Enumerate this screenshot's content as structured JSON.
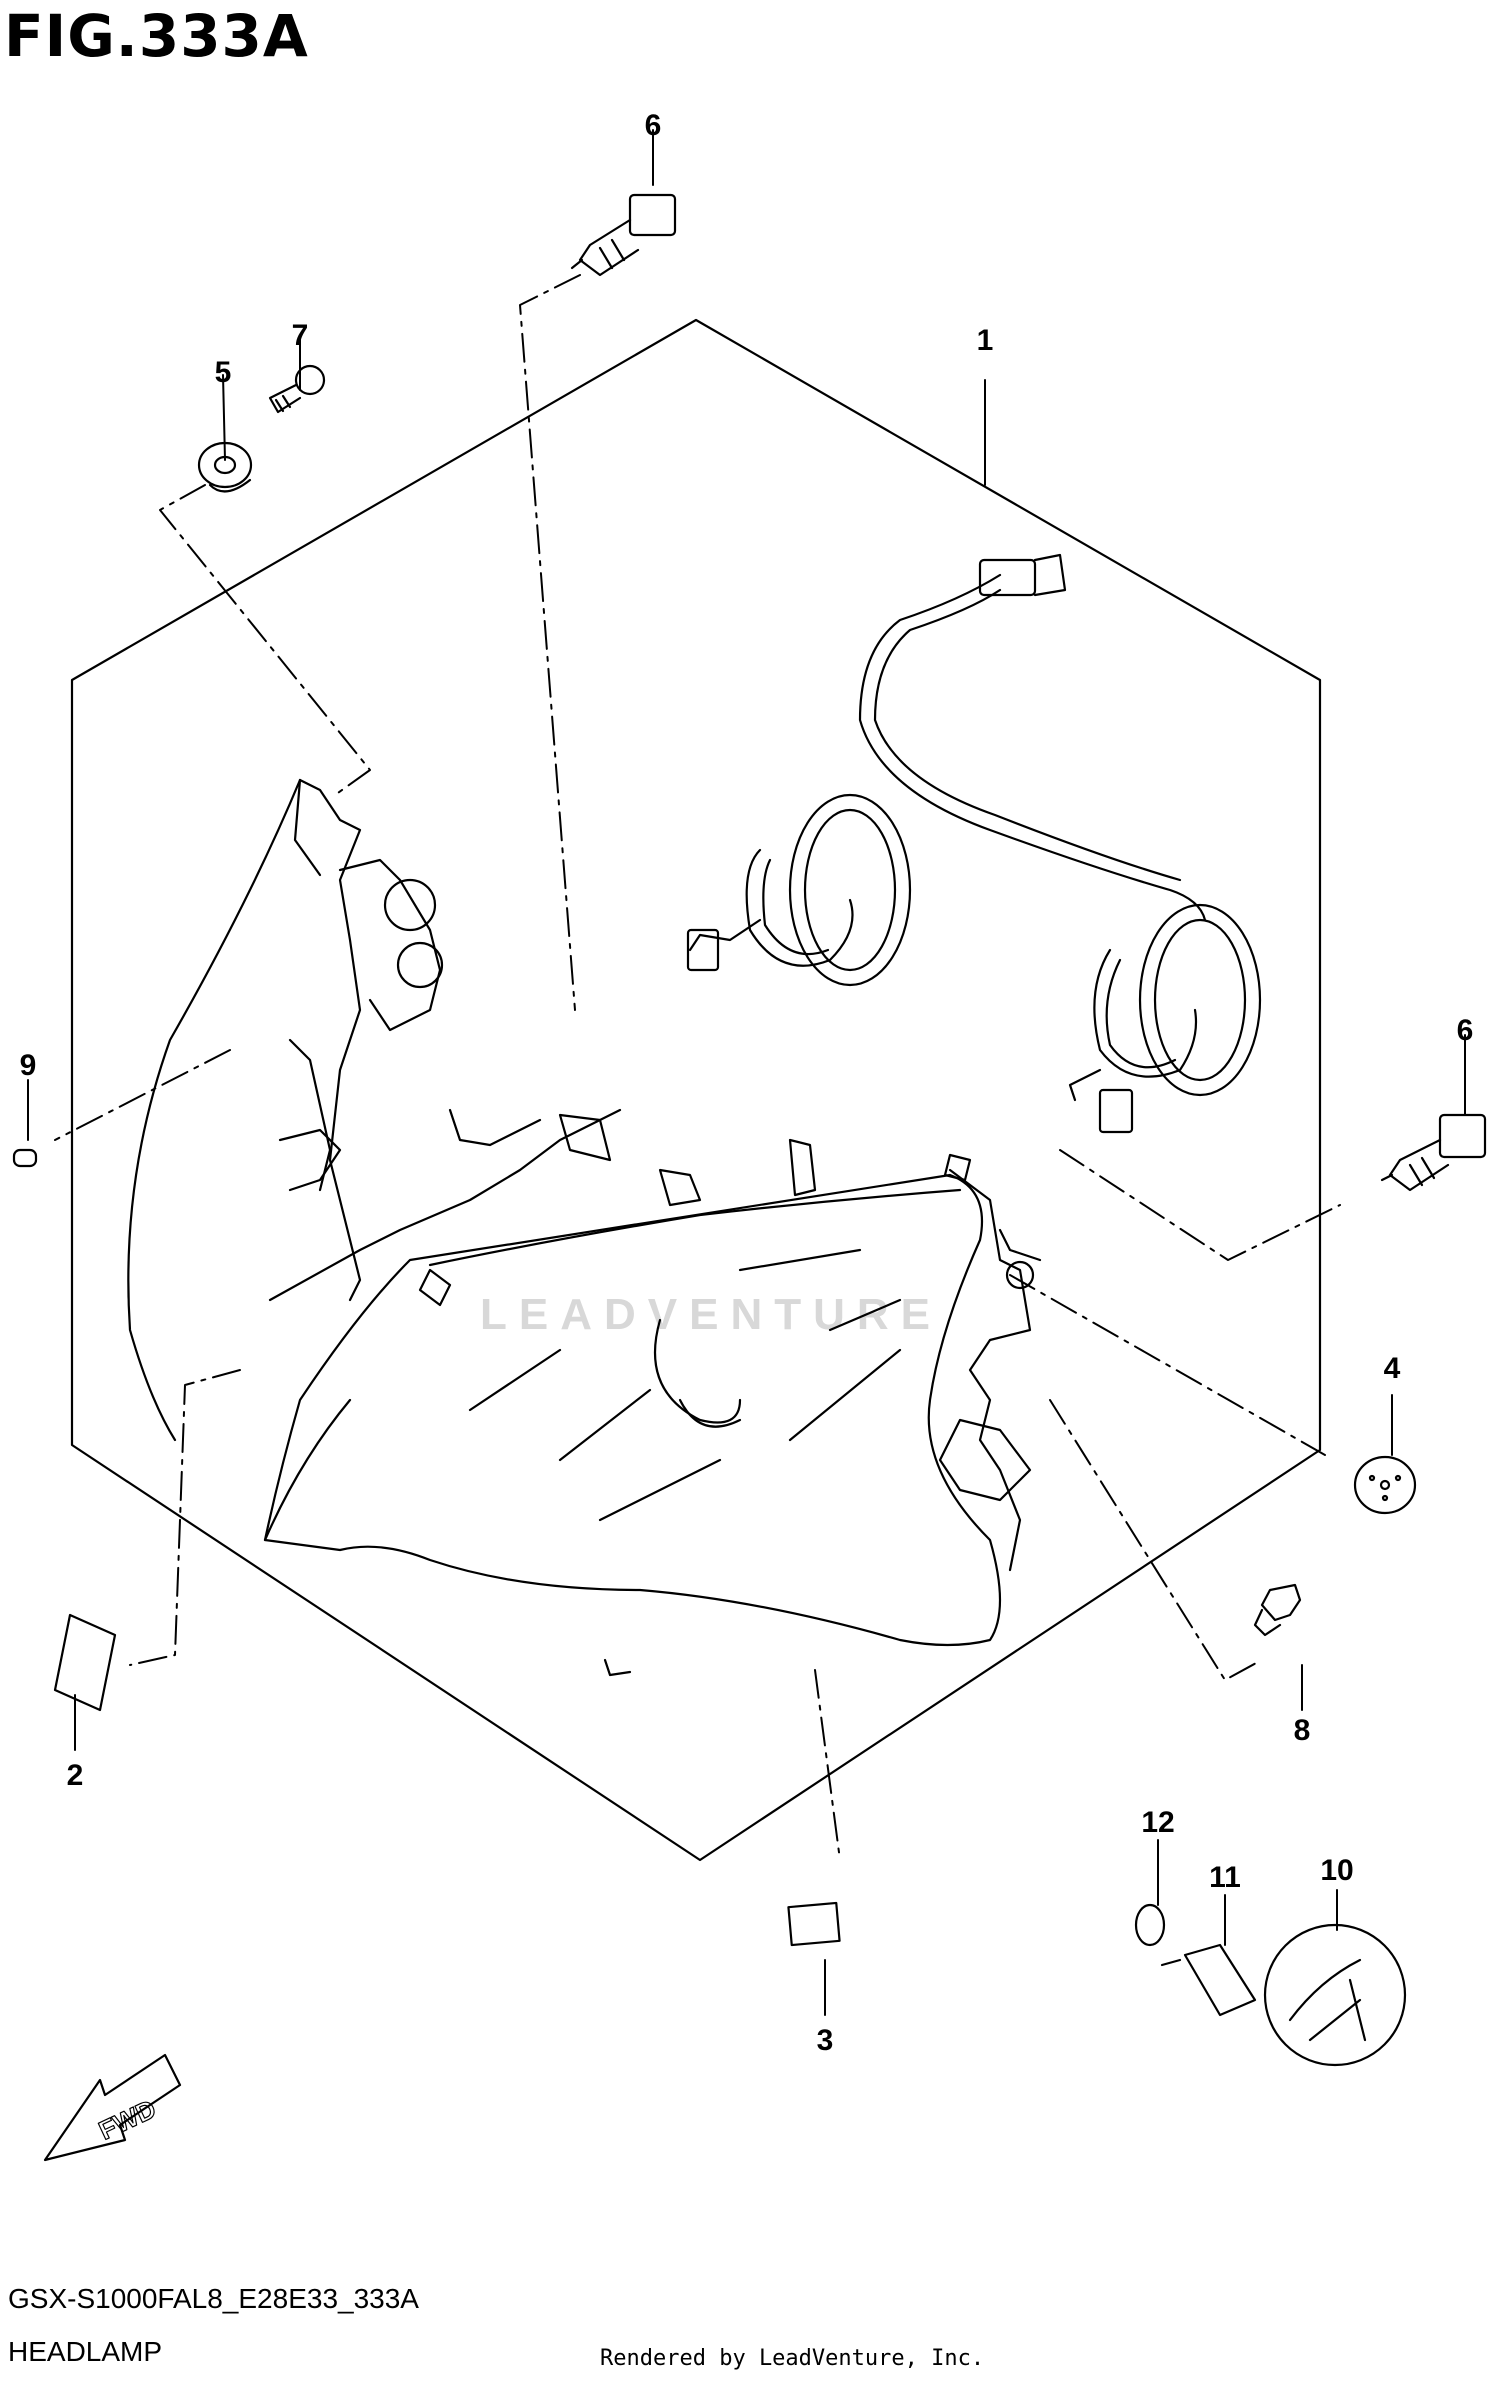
{
  "figure": {
    "title": "FIG.333A",
    "model_code": "GSX-S1000FAL8_E28E33_333A",
    "section_name": "HEADLAMP",
    "rendered_by": "Rendered by LeadVenture, Inc.",
    "watermark": "LEADVENTURE",
    "fwd_label": "FWD"
  },
  "callouts": {
    "c1": "1",
    "c2": "2",
    "c3": "3",
    "c4": "4",
    "c5": "5",
    "c6a": "6",
    "c6b": "6",
    "c7": "7",
    "c8": "8",
    "c9": "9",
    "c10": "10",
    "c11": "11",
    "c12": "12"
  },
  "colors": {
    "line": "#000000",
    "background": "#ffffff",
    "watermark": "#d8d8d8"
  }
}
